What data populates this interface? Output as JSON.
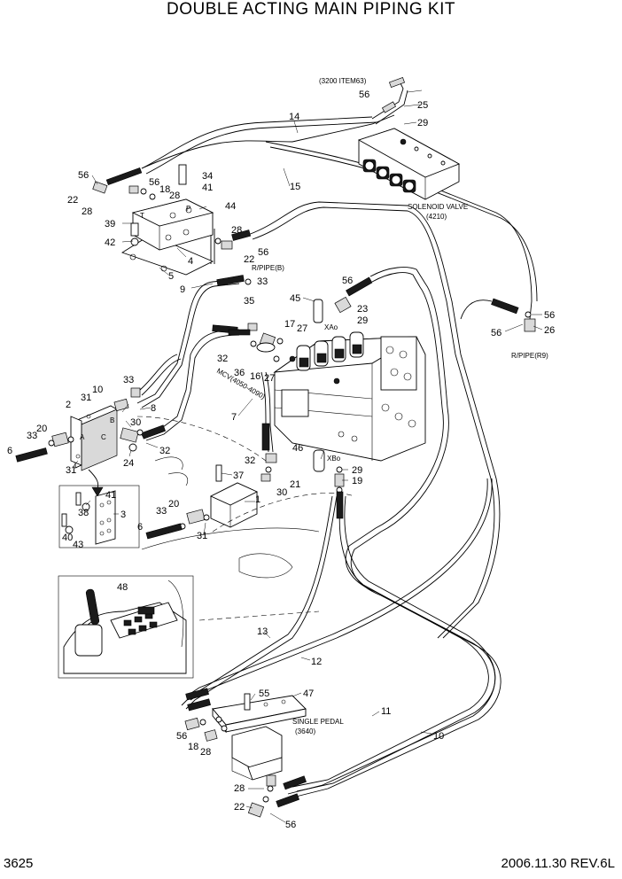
{
  "title": "DOUBLE ACTING MAIN PIPING KIT",
  "page_number": "3625",
  "date_revision": "2006.11.30  REV.6L",
  "text_labels": {
    "ref_3200": "(3200 ITEM63)",
    "solenoid_valve": "SOLENOID VALVE",
    "solenoid_valve_ref": "(4210)",
    "rpipe_b": "R/PIPE(B)",
    "rpipe_r9": "R/PIPE(R9)",
    "mcv": "MCV(4050-4090)",
    "single_pedal": "SINGLE PEDAL",
    "single_pedal_ref": "(3640)",
    "port_xao": "XAo",
    "port_xbo": "XBo",
    "port_a": "A",
    "port_b": "B",
    "port_c": "C",
    "port_p": "P",
    "port_t": "T"
  },
  "callouts": {
    "c14": "14",
    "c15": "15",
    "c56a": "56",
    "c25": "25",
    "c29a": "29",
    "c56b": "56",
    "c22a": "22",
    "c28a": "28",
    "c56c": "56",
    "c18a": "18",
    "c34": "34",
    "c41a": "41",
    "c28b": "28",
    "c44": "44",
    "c39": "39",
    "c42": "42",
    "c4": "4",
    "c5": "5",
    "c28c": "28",
    "c22b": "22",
    "c56d": "56",
    "c9": "9",
    "c33a": "33",
    "c45": "45",
    "c56e": "56",
    "c23": "23",
    "c29b": "29",
    "c56f": "56",
    "c26": "26",
    "c56g": "56",
    "c35": "35",
    "c17": "17",
    "c27a": "27",
    "c32a": "32",
    "c36": "36",
    "c16": "16",
    "c27b": "27",
    "c7": "7",
    "c33b": "33",
    "c10": "10",
    "c31a": "31",
    "c2": "2",
    "c8": "8",
    "c30a": "30",
    "c20a": "20",
    "c33c": "33",
    "c6a": "6",
    "c31b": "31",
    "c24": "24",
    "c32b": "32",
    "c41b": "41",
    "c38": "38",
    "c3": "3",
    "c40": "40",
    "c43": "43",
    "c37": "37",
    "c32c": "32",
    "c30b": "30",
    "c21": "21",
    "c46": "46",
    "c29c": "29",
    "c19": "19",
    "c1": "1",
    "c20b": "20",
    "c33d": "33",
    "c6b": "6",
    "c31c": "31",
    "c48": "48",
    "c13": "13",
    "c12": "12",
    "c55": "55",
    "c47": "47",
    "c11": "11",
    "c56h": "56",
    "c18b": "18",
    "c28d": "28",
    "c10b": "10",
    "c28e": "28",
    "c22c": "22",
    "c56i": "56"
  }
}
